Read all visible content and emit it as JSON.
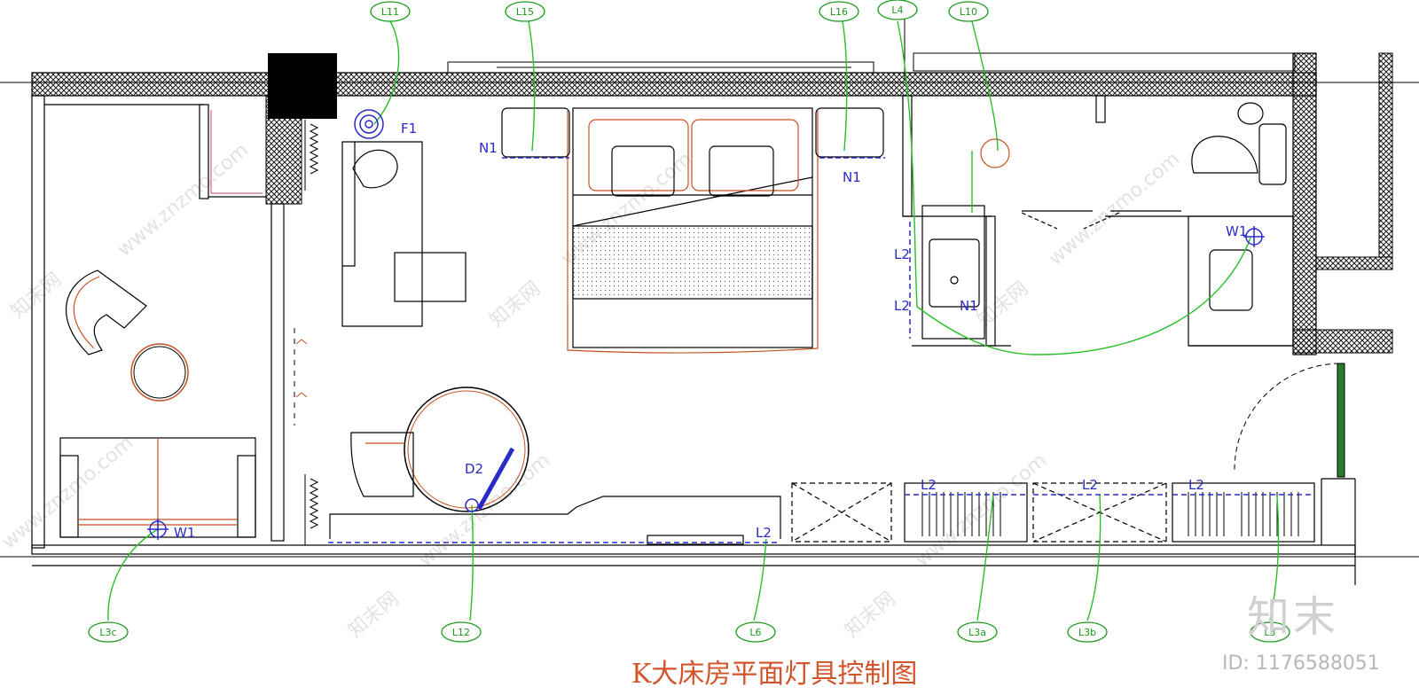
{
  "title": "K大床房平面灯具控制图",
  "watermark": {
    "brand": "知末",
    "id": "ID: 1176588051",
    "site": "www.znzmo.com",
    "site_cn": "知末网"
  },
  "circuit_tags": [
    {
      "id": "t-l11",
      "label": "L11"
    },
    {
      "id": "t-l15",
      "label": "L15"
    },
    {
      "id": "t-l16",
      "label": "L16"
    },
    {
      "id": "t-l4",
      "label": "L4"
    },
    {
      "id": "t-l10",
      "label": "L10"
    },
    {
      "id": "t-l3c",
      "label": "L3c"
    },
    {
      "id": "t-l12",
      "label": "L12"
    },
    {
      "id": "t-l6",
      "label": "L6"
    },
    {
      "id": "t-l3a",
      "label": "L3a"
    },
    {
      "id": "t-l3b",
      "label": "L3b"
    },
    {
      "id": "t-l3",
      "label": "L3"
    }
  ],
  "fixture_labels": {
    "f1": "F1",
    "n1_left": "N1",
    "n1_right": "N1",
    "d2": "D2",
    "w1_left": "W1",
    "w1_right": "W1",
    "l2_bath_top": "L2",
    "l2_bath_bottom": "L2",
    "l2_desk": "L2",
    "l2_ward1": "L2",
    "l2_ward2": "L2",
    "l2_ward3": "L2",
    "n1_bath": "N1"
  },
  "colors": {
    "tag": "#1a9a1a",
    "fixture": "#2a2ac8",
    "title": "#d2542a",
    "wire": "#27c027",
    "hatch": "#1a1a1a",
    "furniture_accent": "#c8501e"
  }
}
